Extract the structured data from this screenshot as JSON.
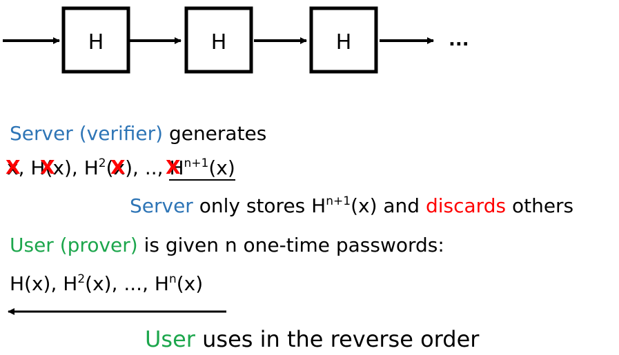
{
  "chain": {
    "boxes": [
      "H",
      "H",
      "H"
    ],
    "ellipsis": "..."
  },
  "server_line": {
    "actor": "Server (verifier)",
    "rest": "generates"
  },
  "hash_sequence": {
    "x": "x",
    "h1": "H(x)",
    "h2_base": "H",
    "h2_sup": "2",
    "h2_arg": "(x)",
    "dots": "..",
    "hn1_base": "H",
    "hn1_sup": "n+1",
    "hn1_arg": "(x)",
    "sep": ", ",
    "cross": "X"
  },
  "storage_line": {
    "actor": "Server",
    "mid": "only stores H",
    "sup": "n+1",
    "arg": "(x) and ",
    "discard": "discards",
    "tail": " others"
  },
  "user_line": {
    "actor": "User (prover)",
    "rest": "is given n one-time passwords:"
  },
  "password_list": {
    "p1": "H(x), H",
    "p1_sup": "2",
    "p2": "(x), ..., H",
    "pn_sup": "n",
    "p3": "(x)"
  },
  "reverse_line": {
    "actor": "User",
    "rest": "uses in the reverse order"
  },
  "colors": {
    "server": "#2e75b6",
    "user": "#1ca64c",
    "discard": "#ff0000",
    "cross": "#ff0000"
  }
}
